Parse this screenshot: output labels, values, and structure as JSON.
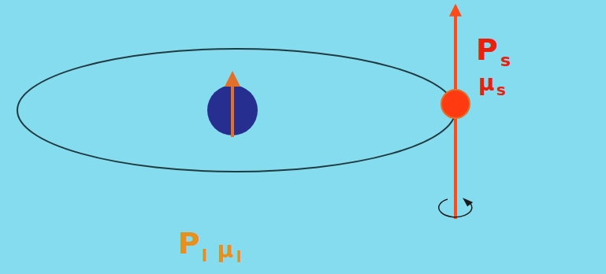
{
  "diagram": {
    "labels": [
      "P",
      "s",
      "μ",
      "s",
      "P",
      "l",
      "μ",
      "l"
    ]
  }
}
